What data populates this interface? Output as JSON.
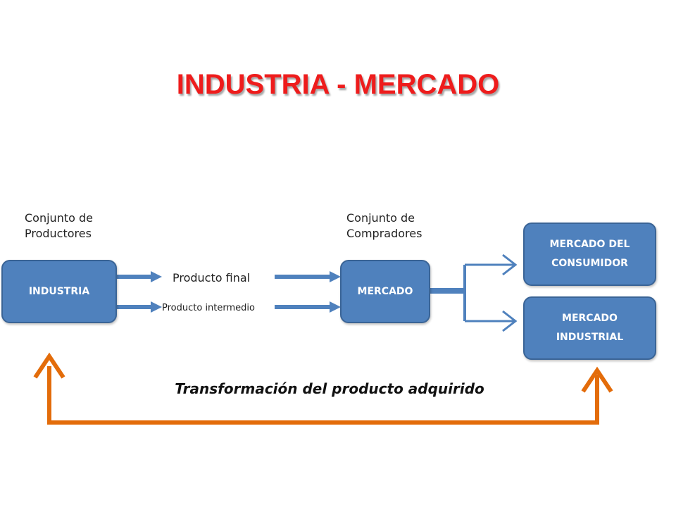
{
  "title": "INDUSTRIA - MERCADO",
  "labels": {
    "productores": "Conjunto de\nProductores",
    "compradores": "Conjunto de\nCompradores",
    "producto_final": "Producto final",
    "producto_intermedio": "Producto intermedio"
  },
  "boxes": {
    "industria": "INDUSTRIA",
    "mercado": "MERCADO",
    "consumidor": "MERCADO DEL\nCONSUMIDOR",
    "industrial": "MERCADO\nINDUSTRIAL"
  },
  "caption": "Transformación del producto adquirido",
  "colors": {
    "title": "#ee1c1c",
    "box": "#4f81bd",
    "arrow_blue": "#4f81bd",
    "arrow_orange": "#e36c0a"
  }
}
